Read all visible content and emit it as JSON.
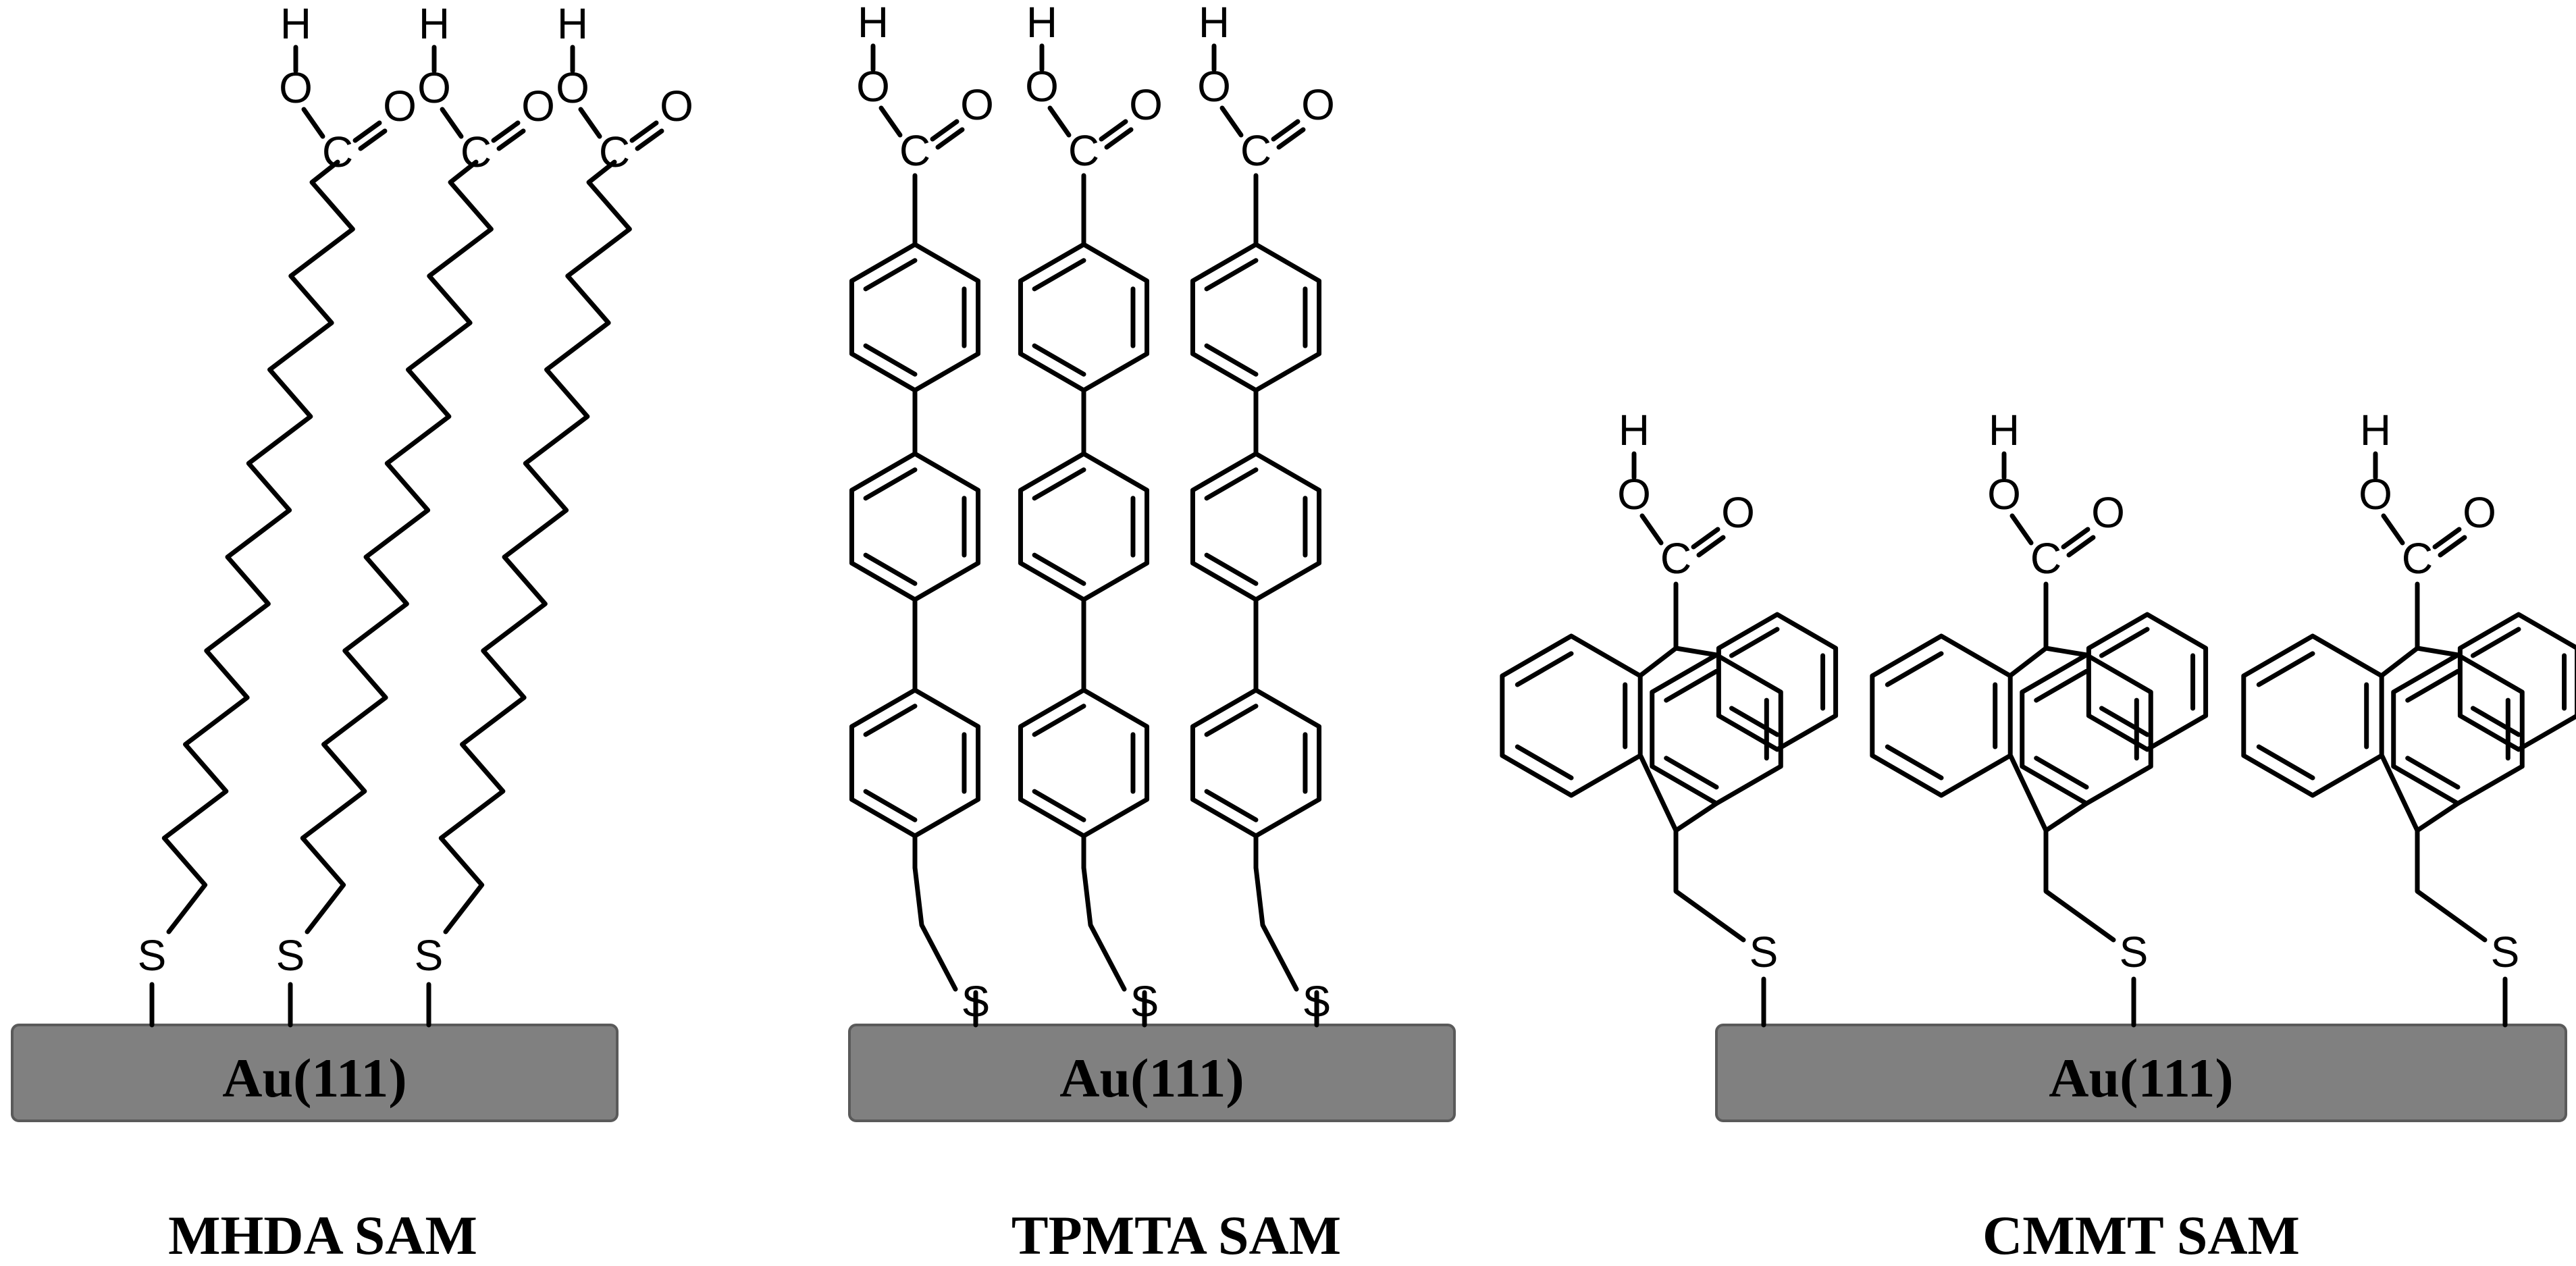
{
  "atoms": {
    "hydrogen": "H",
    "oxygen": "O",
    "carbon": "C",
    "sulfur": "S"
  },
  "panels": [
    {
      "id": "mhda",
      "substrate_label": "Au(111)",
      "caption": "MHDA SAM"
    },
    {
      "id": "tpmta",
      "substrate_label": "Au(111)",
      "caption": "TPMTA SAM"
    },
    {
      "id": "cmmt",
      "substrate_label": "Au(111)",
      "caption": "CMMT SAM"
    }
  ],
  "colors": {
    "substrate_fill": "#808080",
    "bond": "#000000"
  }
}
